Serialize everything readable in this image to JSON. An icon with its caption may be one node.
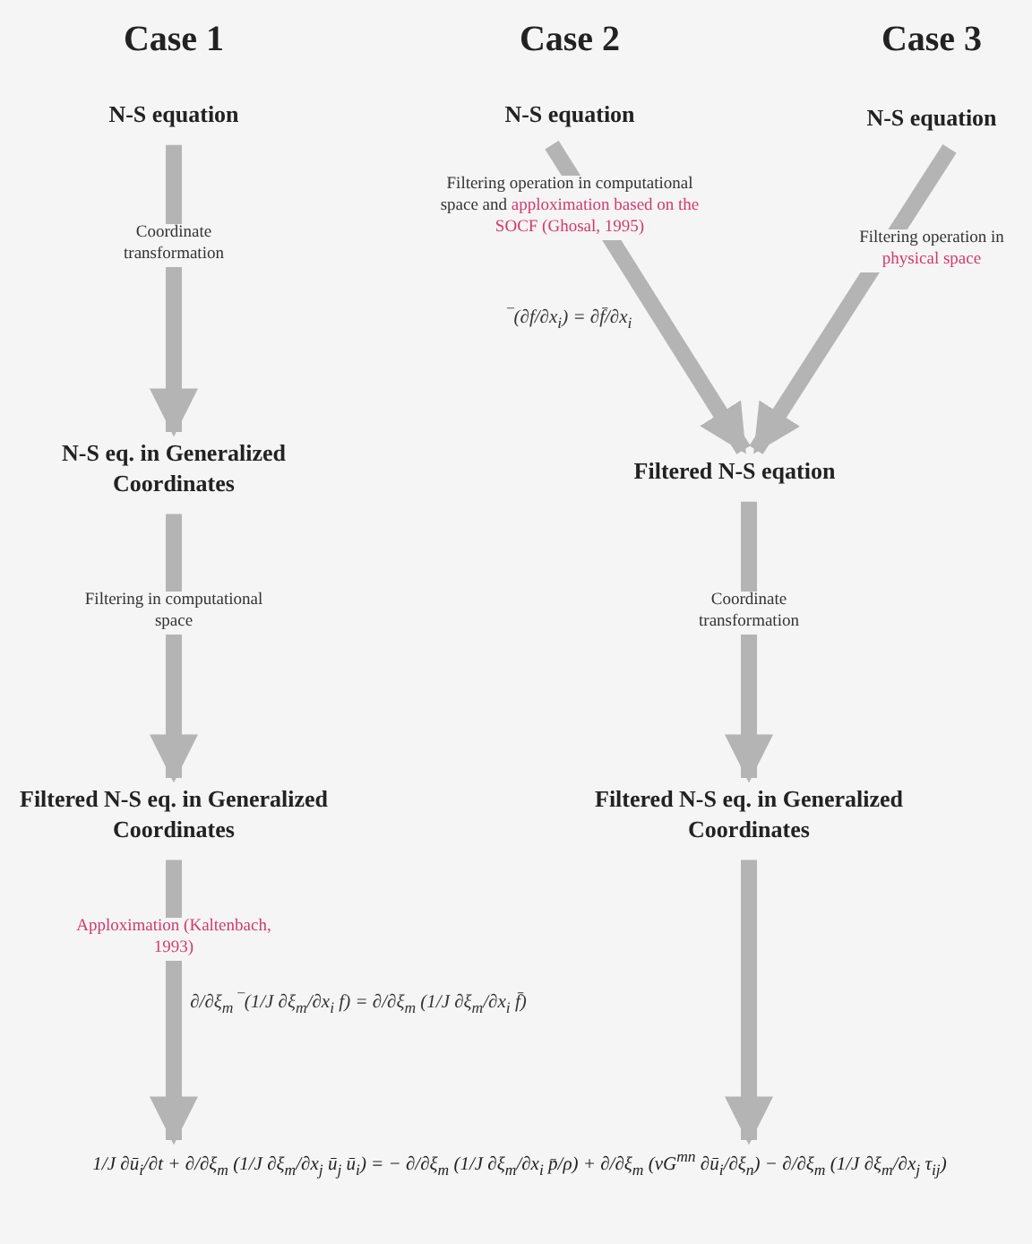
{
  "diagram": {
    "nodes": [
      {
        "text": [
          "N-S equation"
        ]
      },
      {
        "text": [
          "N-S equation"
        ]
      },
      {
        "text": [
          "N-S equation"
        ]
      },
      {
        "text": [
          "N-S eq. in Generalized Coordinates"
        ]
      },
      {
        "text": [
          "Filtered N-S eqation"
        ]
      },
      {
        "text": [
          "Filtered N-S eq. in Generalized Coordinates"
        ]
      },
      {
        "text": [
          "Filtered N-S eq. in Generalized Coordinates"
        ]
      },
      {
        "text": [
          "1/J ∂ū$_{i}$/∂t + ∂/∂ξ$_{m}$ (1/J ∂ξ$_{m}$/∂x$_{j}$ ū$_{j}$ ū$_{i}$) = − ∂/∂ξ$_{m}$ (1/J ∂ξ$_{m}$/∂x$_{i}$ p̄/ρ) + ∂/∂ξ$_{m}$ (νG$^{mn}$ ∂ū$_{i}$/∂ξ$_{n}$) − ∂/∂ξ$_{m}$ (1/J ∂ξ$_{m}$/∂x$_{j}$ τ$_{ij}$)"
        ]
      }
    ],
    "edges": [
      {
        "from": 0,
        "to": 3,
        "arrow": "to",
        "label": "Coordinate transformation"
      },
      {
        "from": 1,
        "to": 4,
        "arrow": "to",
        "label": "Filtering operation in computational space and"
      },
      {
        "from": 2,
        "to": 4,
        "arrow": "to",
        "label": "Filtering operation in"
      },
      {
        "from": 3,
        "to": 5,
        "arrow": "to",
        "label": "Filtering in computational space"
      },
      {
        "from": 4,
        "to": 6,
        "arrow": "to",
        "label": "Coordinate transformation"
      },
      {
        "from": 5,
        "to": 7,
        "arrow": "to"
      },
      {
        "from": 6,
        "to": 7,
        "arrow": "to"
      }
    ],
    "labels": [
      "Case 1",
      "Case 2",
      "Case 3",
      "apploximation based on the SOCF (Ghosal, 1995)",
      "‾(∂f/∂x$_{i}$) = ∂f̄/∂x$_{i}$",
      "physical space",
      "Apploximation (Kaltenbach, 1993)",
      "∂/∂ξ$_{m}$ ‾(1/J ∂ξ$_{m}$/∂x$_{i}$ f) = ∂/∂ξ$_{m}$ (1/J ∂ξ$_{m}$/∂x$_{i}$ f̄)"
    ]
  }
}
